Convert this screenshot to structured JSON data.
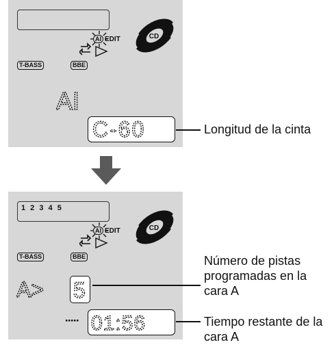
{
  "panel1": {
    "mode_label": "AI",
    "ai_badge": "AI",
    "edit_label": "EDIT",
    "cd_label": "CD",
    "tbass_label": "T-BASS",
    "bbe_label": "BBE",
    "big_text": "AI",
    "tape_length": "C-60",
    "callout": "Longitud de la cinta"
  },
  "panel2": {
    "track_numbers": "1 2 3 4 5",
    "ai_badge": "AI",
    "edit_label": "EDIT",
    "cd_label": "CD",
    "tbass_label": "T-BASS",
    "bbe_label": "BBE",
    "side_label": "A>",
    "track_count": "5",
    "time_remaining": "01:56",
    "callout_tracks": "Número de pistas programadas en la cara A",
    "callout_time": "Tiempo restante de la cara A"
  },
  "colors": {
    "panel_bg": "#d7d7d7",
    "ink": "#111111",
    "arrow": "#5a5a5a"
  }
}
